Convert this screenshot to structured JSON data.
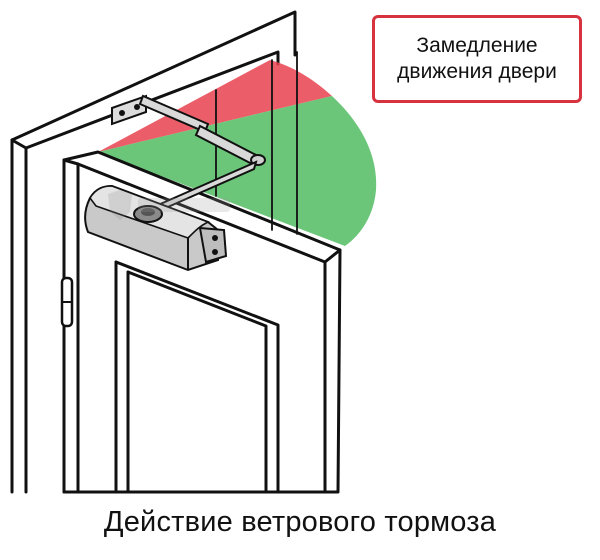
{
  "callout": {
    "line1": "Замедление",
    "line2": "движения двери",
    "border_color": "#d6333f"
  },
  "caption": "Действие ветрового тормоза",
  "zones": {
    "braking_color": "#e8424f",
    "free_motion_color": "#5cc06a"
  },
  "icons": {
    "watermark": "shield-logo-watermark"
  }
}
